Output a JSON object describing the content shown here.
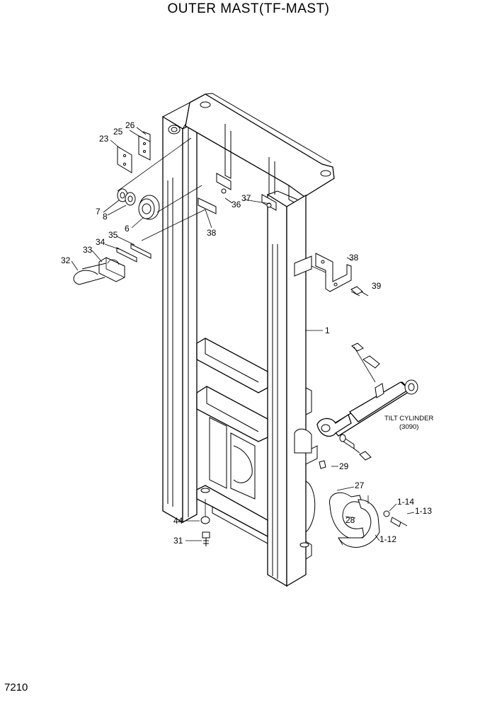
{
  "title": "OUTER MAST(TF-MAST)",
  "page_number": "7210",
  "tilt_cylinder": {
    "line1": "TILT CYLINDER",
    "line2": "(3090)"
  },
  "callouts": {
    "c1": "1",
    "c1_12": "1-12",
    "c1_13": "1-13",
    "c1_14": "1-14",
    "c6": "6",
    "c7": "7",
    "c8": "8",
    "c23": "23",
    "c25": "25",
    "c26": "26",
    "c27": "27",
    "c28": "28",
    "c29": "29",
    "c31": "31",
    "c32": "32",
    "c33": "33",
    "c34": "34",
    "c35": "35",
    "c36": "36",
    "c37": "37",
    "c38_left": "38",
    "c38_right": "38",
    "c39": "39",
    "c44": "44"
  }
}
